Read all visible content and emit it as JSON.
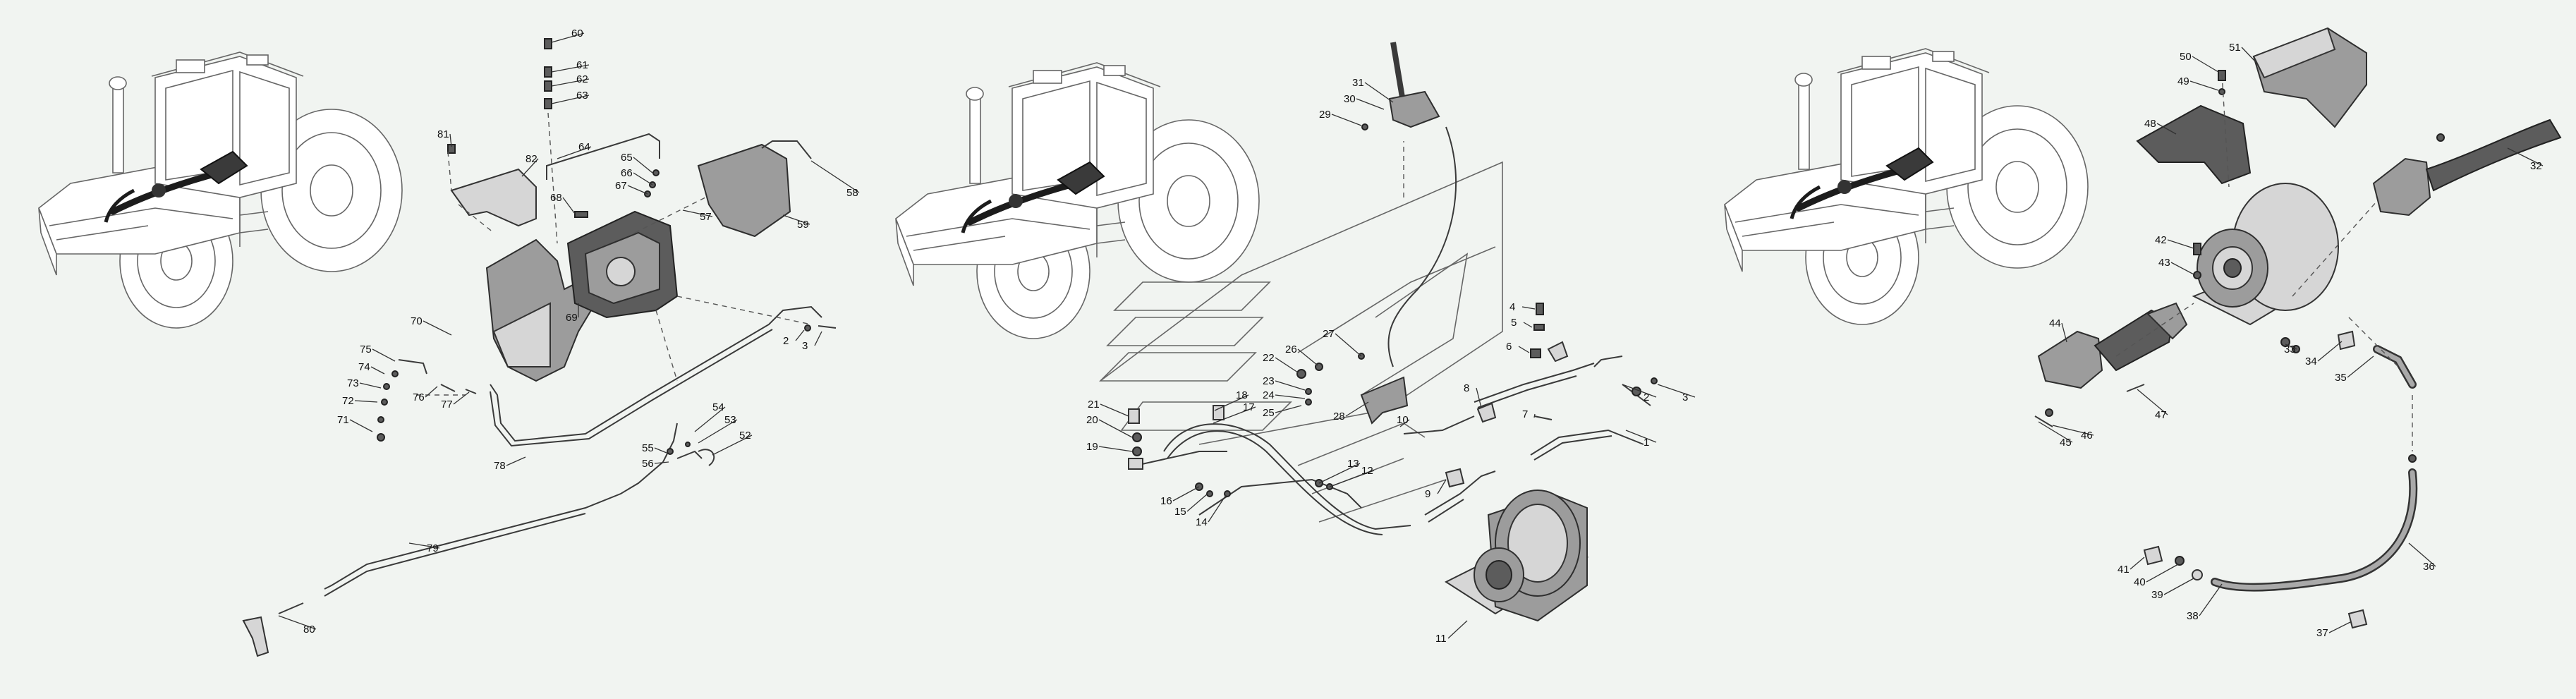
{
  "labels": {
    "p1": [
      "81",
      "82",
      "60",
      "61",
      "62",
      "63",
      "64",
      "65",
      "66",
      "67",
      "68",
      "57",
      "58",
      "59",
      "70",
      "69",
      "75",
      "74",
      "73",
      "72",
      "71",
      "76",
      "77",
      "78",
      "2",
      "3",
      "54",
      "53",
      "52",
      "55",
      "56",
      "79",
      "80"
    ],
    "p2": [
      "31",
      "30",
      "29",
      "4",
      "5",
      "6",
      "8",
      "7",
      "1",
      "2",
      "3",
      "27",
      "26",
      "22",
      "23",
      "24",
      "25",
      "28",
      "10",
      "21",
      "20",
      "19",
      "18",
      "17",
      "16",
      "15",
      "14",
      "13",
      "12",
      "9",
      "11"
    ],
    "p3": [
      "50",
      "49",
      "51",
      "48",
      "32",
      "42",
      "43",
      "44",
      "33",
      "34",
      "35",
      "46",
      "45",
      "47",
      "36",
      "41",
      "40",
      "39",
      "38",
      "37"
    ]
  }
}
